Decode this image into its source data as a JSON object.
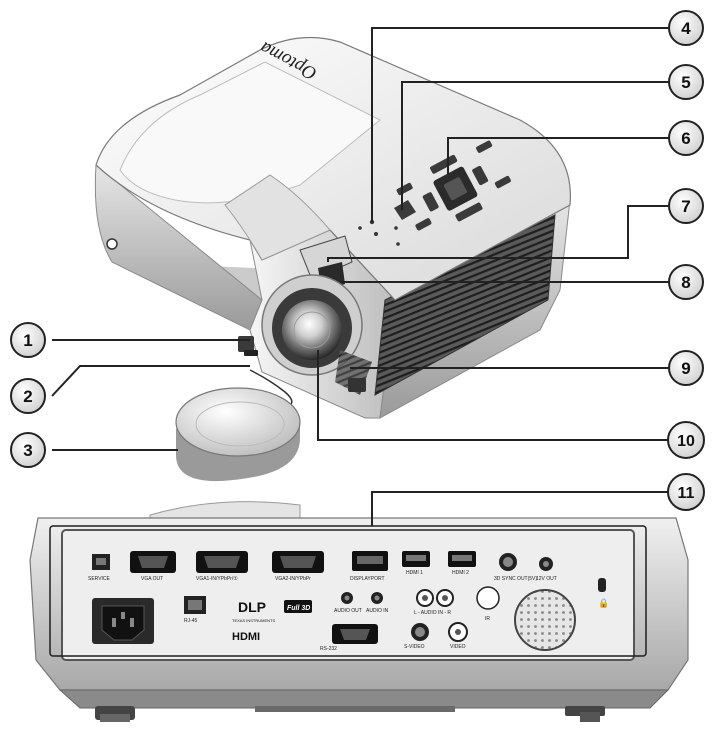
{
  "brand": "Optoma",
  "callouts": [
    "1",
    "2",
    "3",
    "4",
    "5",
    "6",
    "7",
    "8",
    "9",
    "10",
    "11"
  ],
  "rear_panel": {
    "ports_top": [
      "SERVICE",
      "VGA OUT",
      "VGA1-IN/YPbPr/①",
      "VGA2-IN/YPbPr",
      "DISPLAYPORT",
      "HDMI 1",
      "HDMI 2",
      "3D SYNC OUT(5V)",
      "12V OUT"
    ],
    "ports_bottom": [
      "RJ-45",
      "AUDIO OUT",
      "AUDIO IN",
      "L - AUDIO IN - R",
      "IR",
      "RS-232",
      "S-VIDEO",
      "VIDEO"
    ],
    "logos": {
      "dlp": "DLP",
      "ti": "TEXAS INSTRUMENTS",
      "hdmi": "HDMI",
      "full3d": "Full 3D"
    }
  },
  "colors": {
    "callout_fill": "#f4f4f4",
    "callout_stroke": "#222222",
    "body_light": "#f2f2f2",
    "body_mid": "#c8c8c8",
    "body_dark": "#444444",
    "panel": "#2a2a2a"
  }
}
